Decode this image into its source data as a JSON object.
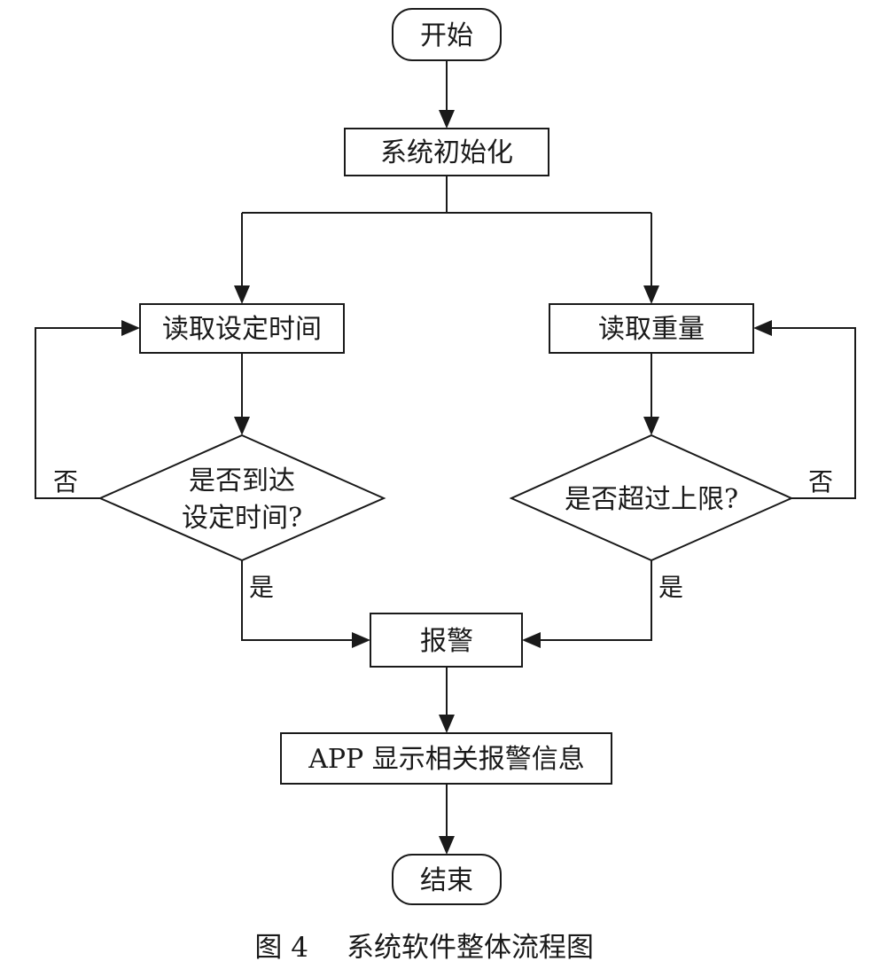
{
  "nodes": {
    "start": "开始",
    "init": "系统初始化",
    "read_time": "读取设定时间",
    "read_weight": "读取重量",
    "decision_time_line1": "是否到达",
    "decision_time_line2": "设定时间?",
    "decision_weight": "是否超过上限?",
    "alarm": "报警",
    "app_display": "APP 显示相关报警信息",
    "end": "结束"
  },
  "edge_labels": {
    "time_no": "否",
    "time_yes": "是",
    "weight_no": "否",
    "weight_yes": "是"
  },
  "caption": {
    "figure_number": "图 4",
    "title": "系统软件整体流程图"
  }
}
